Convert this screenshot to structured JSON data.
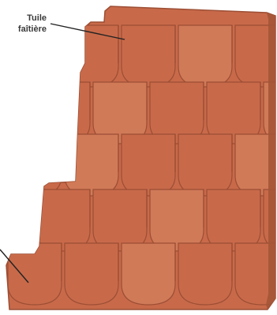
{
  "diagram": {
    "callouts": [
      {
        "id": "tuile-faitiere",
        "lines": [
          "Tuile",
          "faîtière"
        ]
      },
      {
        "id": "bottom-left",
        "lines": []
      }
    ],
    "colors": {
      "tile_fill": "#c86a4a",
      "tile_fill_light": "#d07a58",
      "tile_outline": "#9c4e34",
      "tile_shadow": "#8a4028",
      "leader_line": "#222222",
      "label_text": "#3a3a3a"
    }
  }
}
